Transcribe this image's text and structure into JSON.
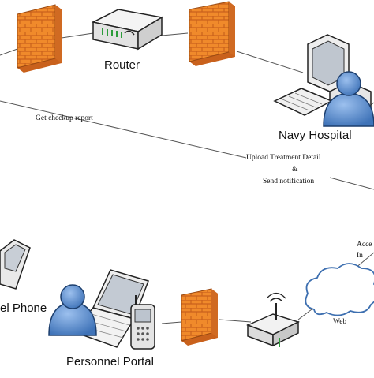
{
  "nodes": {
    "router": "Router",
    "navy_hospital": "Navy Hospital",
    "phone": "el Phone",
    "personnel_portal": "Personnel Portal",
    "web": "Web",
    "edge_text": "Acce\nIn"
  },
  "edges": {
    "checkup": "Get checkup report",
    "upload_line1": "Upload Treatment Detail",
    "upload_amp": "&",
    "upload_line2": "Send notification"
  },
  "colors": {
    "firewall": "#f08a2b",
    "firewall_dark": "#b5581a",
    "person": "#5b8fd0",
    "line": "#555555"
  }
}
